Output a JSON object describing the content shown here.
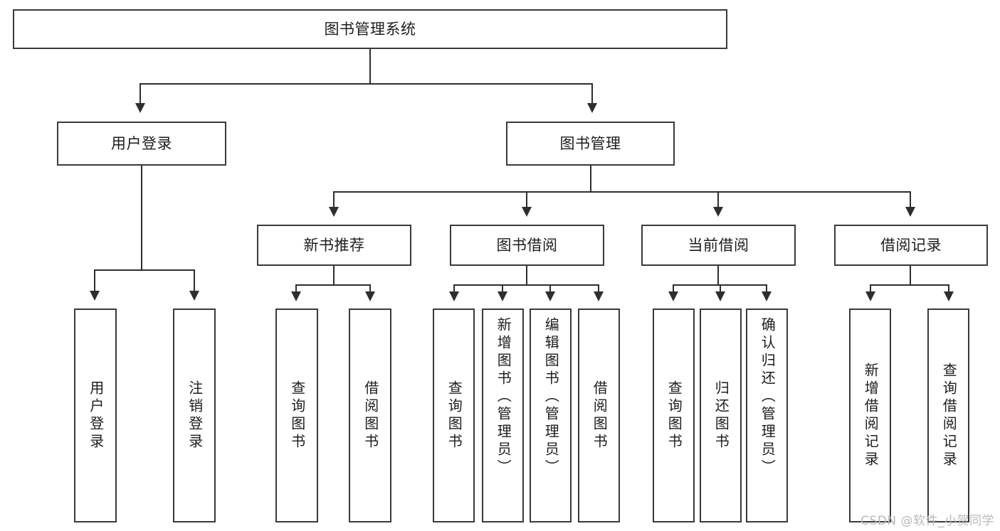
{
  "diagram": {
    "title": "图书管理系统",
    "type": "tree",
    "watermark": "CSDN @软件_小贺同学"
  },
  "nodes": {
    "root": {
      "label": "图书管理系统"
    },
    "level2": [
      {
        "label": "用户登录"
      },
      {
        "label": "图书管理"
      }
    ],
    "level3": [
      {
        "label": "新书推荐"
      },
      {
        "label": "图书借阅"
      },
      {
        "label": "当前借阅"
      },
      {
        "label": "借阅记录"
      }
    ],
    "leaves": {
      "user_login": [
        {
          "label": "用户登录"
        },
        {
          "label": "注销登录"
        }
      ],
      "new_book": [
        {
          "label": "查询图书"
        },
        {
          "label": "借阅图书"
        }
      ],
      "book_borrow": [
        {
          "label": "查询图书"
        },
        {
          "label": "新增图书（管理员）"
        },
        {
          "label": "编辑图书（管理员）"
        },
        {
          "label": "借阅图书"
        }
      ],
      "current_borrow": [
        {
          "label": "查询图书"
        },
        {
          "label": "归还图书"
        },
        {
          "label": "确认归还（管理员）"
        }
      ],
      "borrow_record": [
        {
          "label": "新增借阅记录"
        },
        {
          "label": "查询借阅记录"
        }
      ]
    }
  },
  "colors": {
    "border": "#3a3a3a",
    "connector": "#2e2e2e",
    "background": "#ffffff",
    "text": "#1d1d1d",
    "watermark": "#b9b9b9"
  }
}
